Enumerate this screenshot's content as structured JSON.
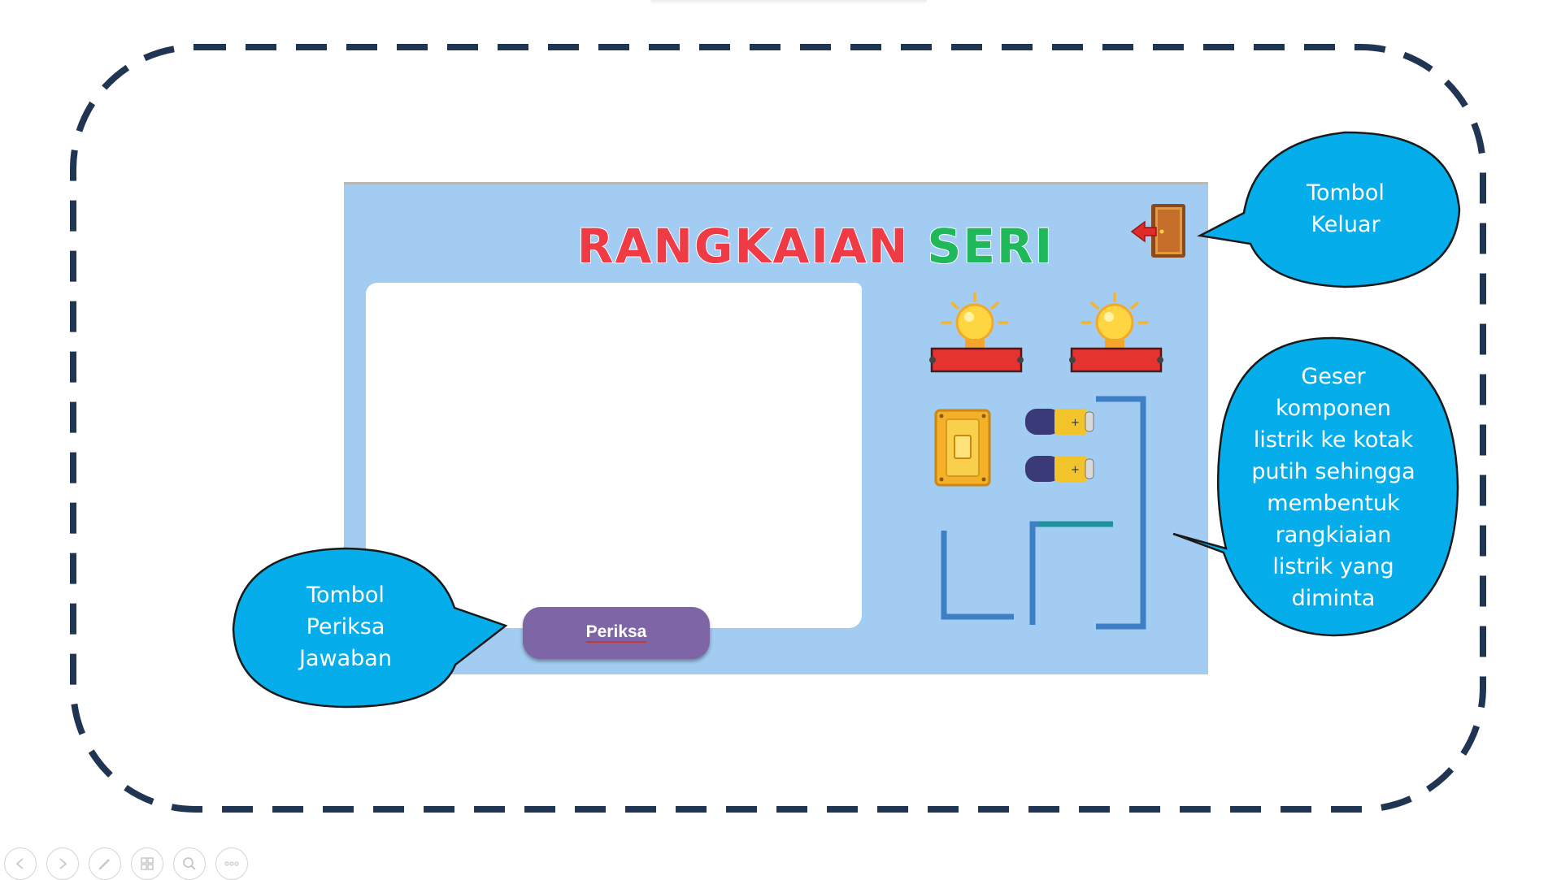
{
  "game": {
    "title_part1": "RANGKAIAN",
    "title_part2": "SERI",
    "check_button": "Periksa"
  },
  "callouts": {
    "exit": {
      "line1": "Tombol",
      "line2": "Keluar"
    },
    "check": {
      "line1": "Tombol",
      "line2": "Periksa",
      "line3": "Jawaban"
    },
    "drag": {
      "lines": [
        "Geser",
        "komponen",
        "listrik ke kotak",
        "putih sehingga",
        "membentuk",
        "rangkiaian",
        "listrik yang",
        "diminta"
      ]
    }
  },
  "components": [
    "lamp-1",
    "lamp-2",
    "switch",
    "battery-1",
    "battery-2",
    "wire-corner-1",
    "wire-corner-2",
    "wire-bracket"
  ],
  "icons": {
    "exit": "door-exit-icon",
    "toolbar": [
      "previous-icon",
      "next-icon",
      "pen-icon",
      "slides-grid-icon",
      "zoom-icon",
      "more-icon"
    ]
  },
  "colors": {
    "frame_dash": "#1f3552",
    "game_background": "#a3ccf2",
    "title_red": "#ef3b46",
    "title_green": "#1fb85a",
    "button_purple": "#7d65a6",
    "callout_blue": "#05aeea",
    "wire_blue": "#3e7fc6",
    "wire_teal": "#1d93a2"
  }
}
